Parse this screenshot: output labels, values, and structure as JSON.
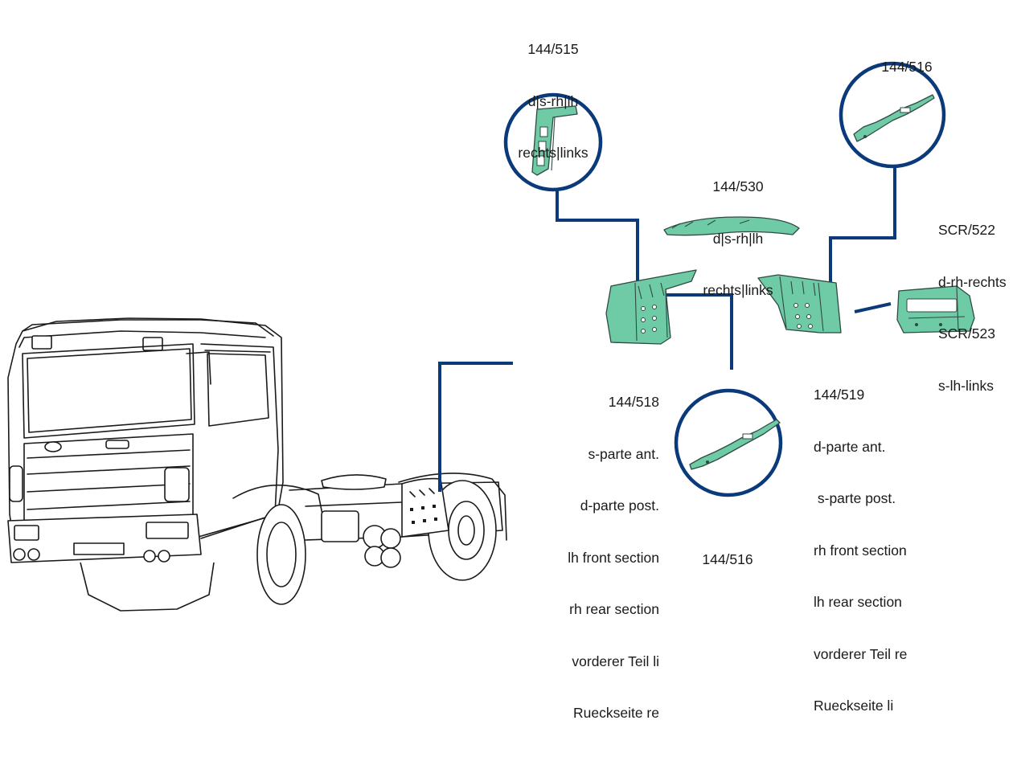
{
  "labels": {
    "top_515": [
      "144/515",
      "d|s-rh|lh",
      "rechts|links"
    ],
    "top_516": [
      "144/516"
    ],
    "mid_530": [
      "144/530",
      "d|s-rh|lh",
      "rechts|links"
    ],
    "scr": [
      "SCR/522",
      "d-rh-rechts",
      "SCR/523",
      "s-lh-links"
    ],
    "p518": [
      "144/518",
      "s-parte ant.",
      "d-parte post.",
      "lh front section",
      "rh rear section",
      "vorderer Teil li",
      "Rueckseite re"
    ],
    "p519": [
      "144/519",
      "d-parte ant.",
      " s-parte post.",
      "rh front section",
      "lh rear section",
      "vorderer Teil re",
      "Rueckseite li"
    ],
    "bottom_516": [
      "144/516"
    ]
  },
  "icons": {
    "truck": "truck-drawing-icon",
    "bracket_515": "mudguard-bracket-icon",
    "strip_516": "mounting-strip-icon",
    "cover_530": "mudguard-top-cover-icon",
    "fender_518": "fender-518-icon",
    "fender_519": "fender-519-icon",
    "bracket_scr": "scr-bracket-icon"
  },
  "colors": {
    "line": "#0a3a7a",
    "part_fill": "#6fcaa6",
    "part_stroke": "#2f4a44",
    "outline": "#1a1a1a"
  }
}
